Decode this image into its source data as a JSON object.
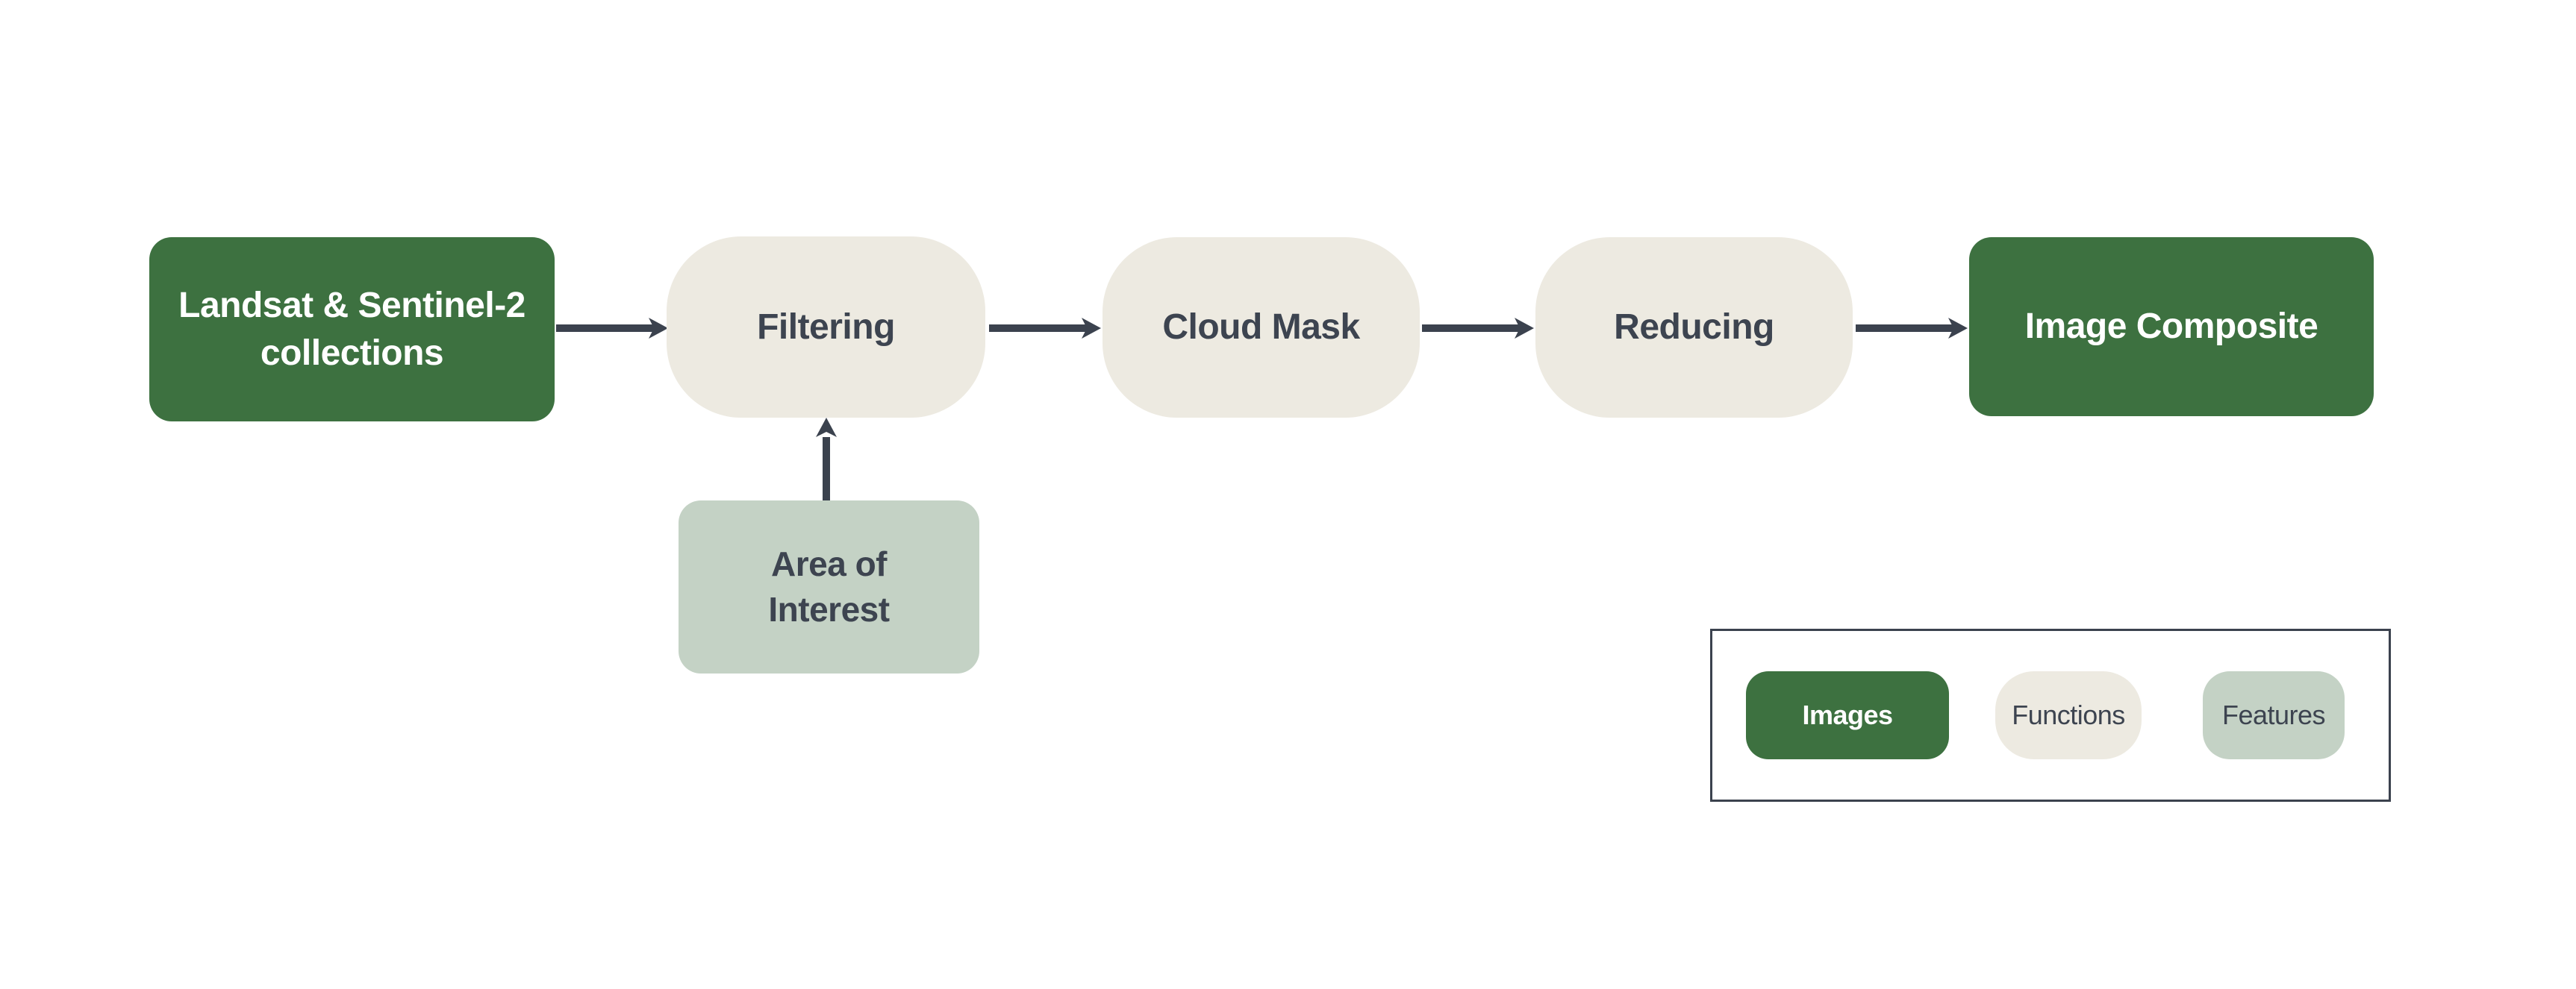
{
  "colors": {
    "image_fill": "#3d7140",
    "function_fill": "#edeae1",
    "feature_fill": "#c4d2c5",
    "ink": "#3b424e",
    "text_dark": "#3d4450",
    "text_light": "#ffffff",
    "background": "#ffffff",
    "legend_border": "#3b424e"
  },
  "diagram": {
    "nodes": {
      "collections": {
        "label": "Landsat & Sentinel-2 collections",
        "line1": "Landsat & Sentinel-2",
        "line2": "collections",
        "category": "Images"
      },
      "filtering": {
        "label": "Filtering",
        "category": "Functions"
      },
      "cloud_mask": {
        "label": "Cloud Mask",
        "category": "Functions"
      },
      "reducing": {
        "label": "Reducing",
        "category": "Functions"
      },
      "image_composite": {
        "label": "Image Composite",
        "category": "Images"
      },
      "area_of_interest": {
        "label": "Area of Interest",
        "line1": "Area of",
        "line2": "Interest",
        "category": "Features"
      }
    },
    "edges": [
      {
        "from": "Landsat & Sentinel-2 collections",
        "to": "Filtering"
      },
      {
        "from": "Filtering",
        "to": "Cloud Mask"
      },
      {
        "from": "Cloud Mask",
        "to": "Reducing"
      },
      {
        "from": "Reducing",
        "to": "Image Composite"
      },
      {
        "from": "Area of Interest",
        "to": "Filtering"
      }
    ],
    "legend": {
      "items": [
        {
          "label": "Images",
          "color": "#3d7140"
        },
        {
          "label": "Functions",
          "color": "#edeae1"
        },
        {
          "label": "Features",
          "color": "#c4d2c5"
        }
      ]
    }
  }
}
